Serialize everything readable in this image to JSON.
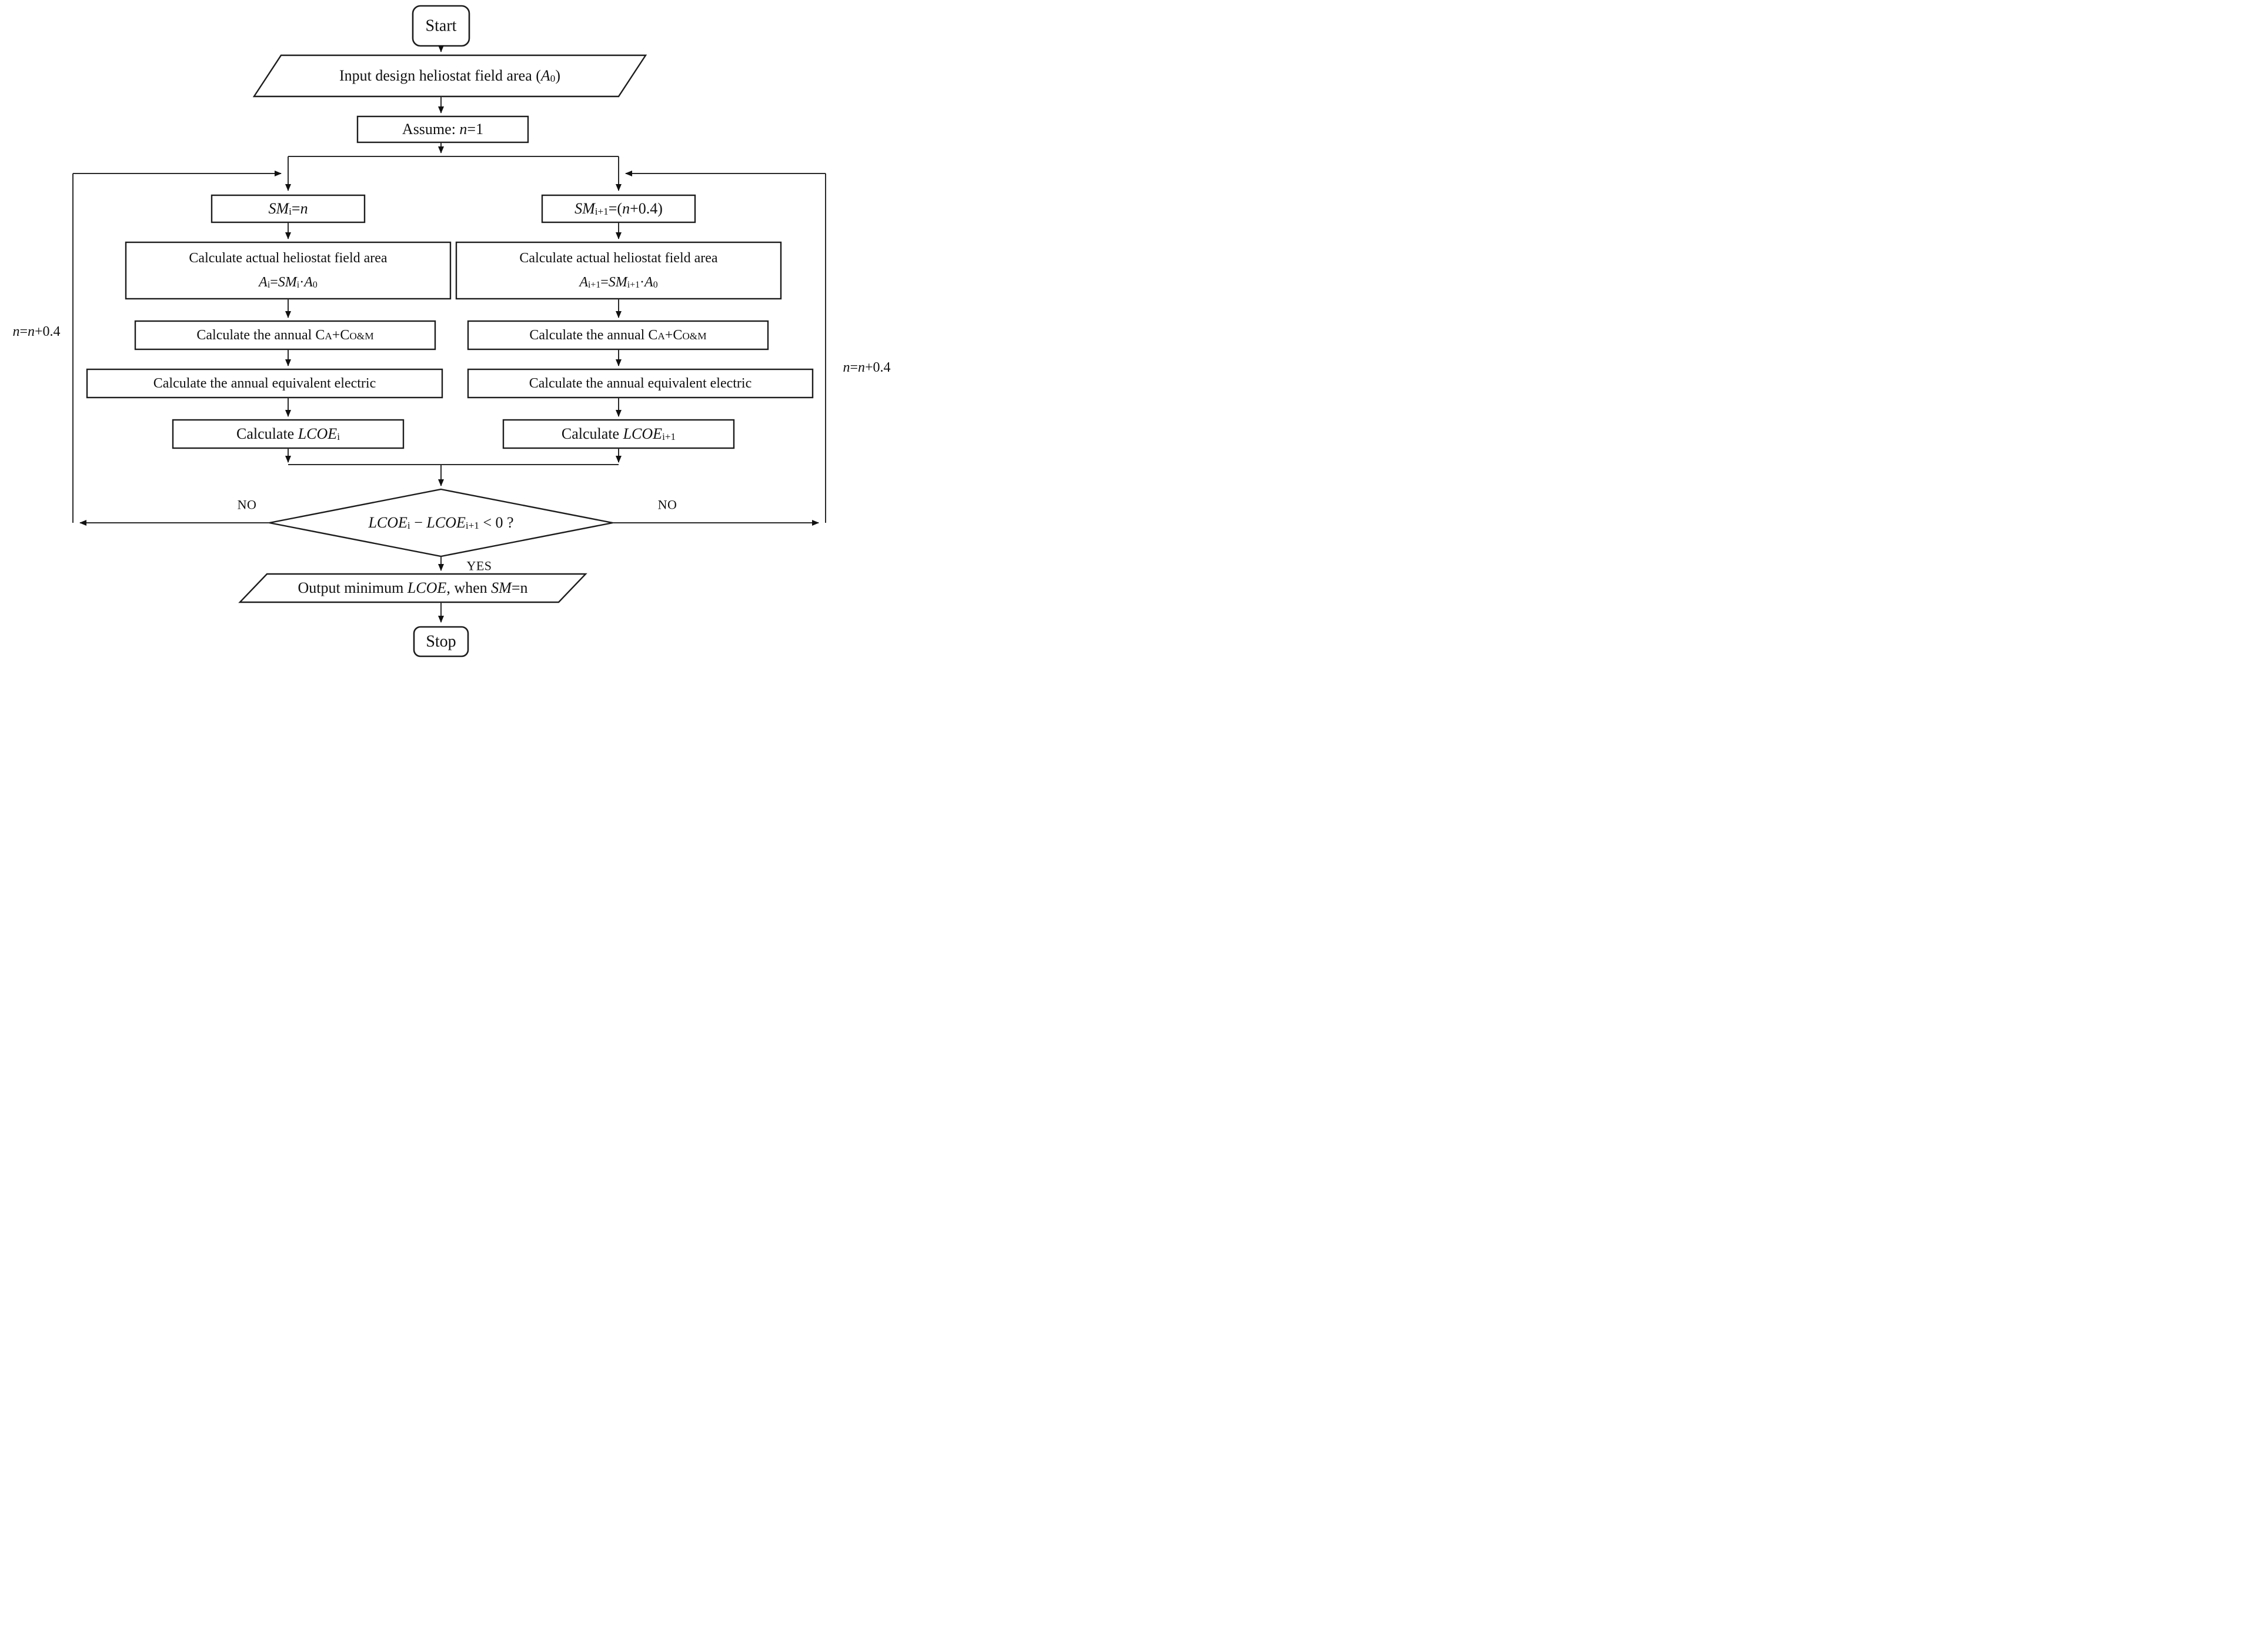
{
  "figure": {
    "type": "flowchart",
    "background": "#ffffff",
    "stroke_color": "#1d1d1d"
  },
  "nodes": {
    "start": {
      "label": "Start"
    },
    "input": {
      "pre": "Input design heliostat field area (",
      "var": "A",
      "sub": "0",
      "post": ")"
    },
    "assume": {
      "pre": "Assume: ",
      "var": "n",
      "post": "=1"
    },
    "sm_i": {
      "var1": "SM",
      "sub1": "i",
      "mid": "=",
      "var2": "n"
    },
    "sm_i1": {
      "var1": "SM",
      "sub1": "i+1",
      "mid": "=(",
      "var2": "n",
      "post": "+0.4)"
    },
    "area_i": {
      "line1": "Calculate actual  heliostat field area",
      "f_a": "A",
      "f_a_sub": "i",
      "f_eq": "=",
      "f_sm": "SM",
      "f_sm_sub": "i",
      "f_dot": "·",
      "f_a0": "A",
      "f_a0_sub": "0"
    },
    "area_i1": {
      "line1": "Calculate actual  heliostat field area",
      "f_a": "A",
      "f_a_sub": "i+1",
      "f_eq": "=",
      "f_sm": "SM",
      "f_sm_sub": "i+1",
      "f_dot": "·",
      "f_a0": "A",
      "f_a0_sub": "0"
    },
    "cost_i": {
      "pre": "Calculate the annual C",
      "sub1": "A",
      "mid": "+C",
      "sub2": "O&M"
    },
    "cost_i1": {
      "pre": "Calculate the annual C",
      "sub1": "A",
      "mid": "+C",
      "sub2": "O&M"
    },
    "electric_i": {
      "label": "Calculate the annual equivalent electric"
    },
    "electric_i1": {
      "label": "Calculate the annual equivalent electric"
    },
    "lcoe_i": {
      "pre": "Calculate ",
      "var": "LCOE",
      "sub": "i"
    },
    "lcoe_i1": {
      "pre": "Calculate ",
      "var": "LCOE",
      "sub": "i+1"
    },
    "decision": {
      "var1": "LCOE",
      "sub1": "i",
      "mid": " − ",
      "var2": "LCOE",
      "sub2": "i+1",
      "post": " < 0 ?"
    },
    "output": {
      "pre": "Output minimum ",
      "var1": "LCOE",
      "mid": ", when ",
      "var2": "SM",
      "post": "=n"
    },
    "stop": {
      "label": "Stop"
    }
  },
  "edge_labels": {
    "yes": "YES",
    "no_left": "NO",
    "no_right": "NO",
    "increment_left": {
      "v1": "n",
      "eq": "=",
      "v2": "n",
      "rest": "+0.4"
    },
    "increment_right": {
      "v1": "n",
      "eq": "=",
      "v2": "n",
      "rest": "+0.4"
    }
  }
}
